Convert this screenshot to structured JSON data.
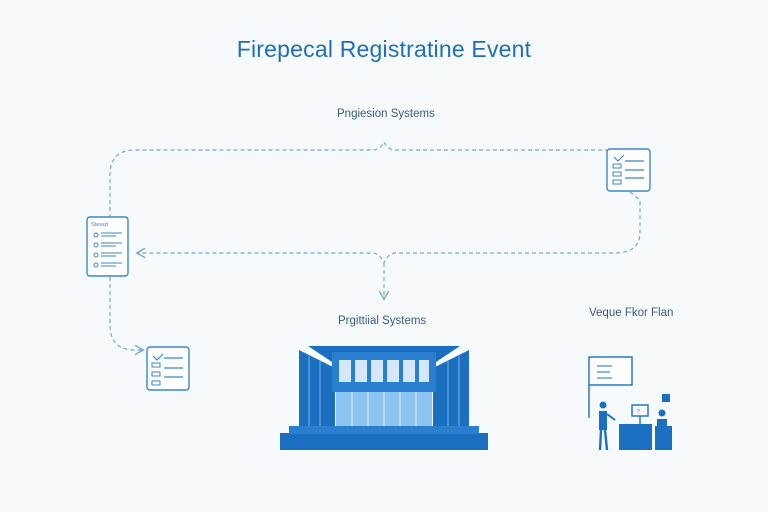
{
  "title": "Firepecal Registratine Event",
  "labels": {
    "top_system": "Pngiesion Systems",
    "mid_system": "Prgittiial Systems",
    "venue": "Vequе Fkor Flan",
    "form_header": "Stessd"
  },
  "colors": {
    "accent": "#1f6fb2",
    "line": "#7aa6cc",
    "building": "#1a6fc0",
    "text": "#3d5a75"
  }
}
